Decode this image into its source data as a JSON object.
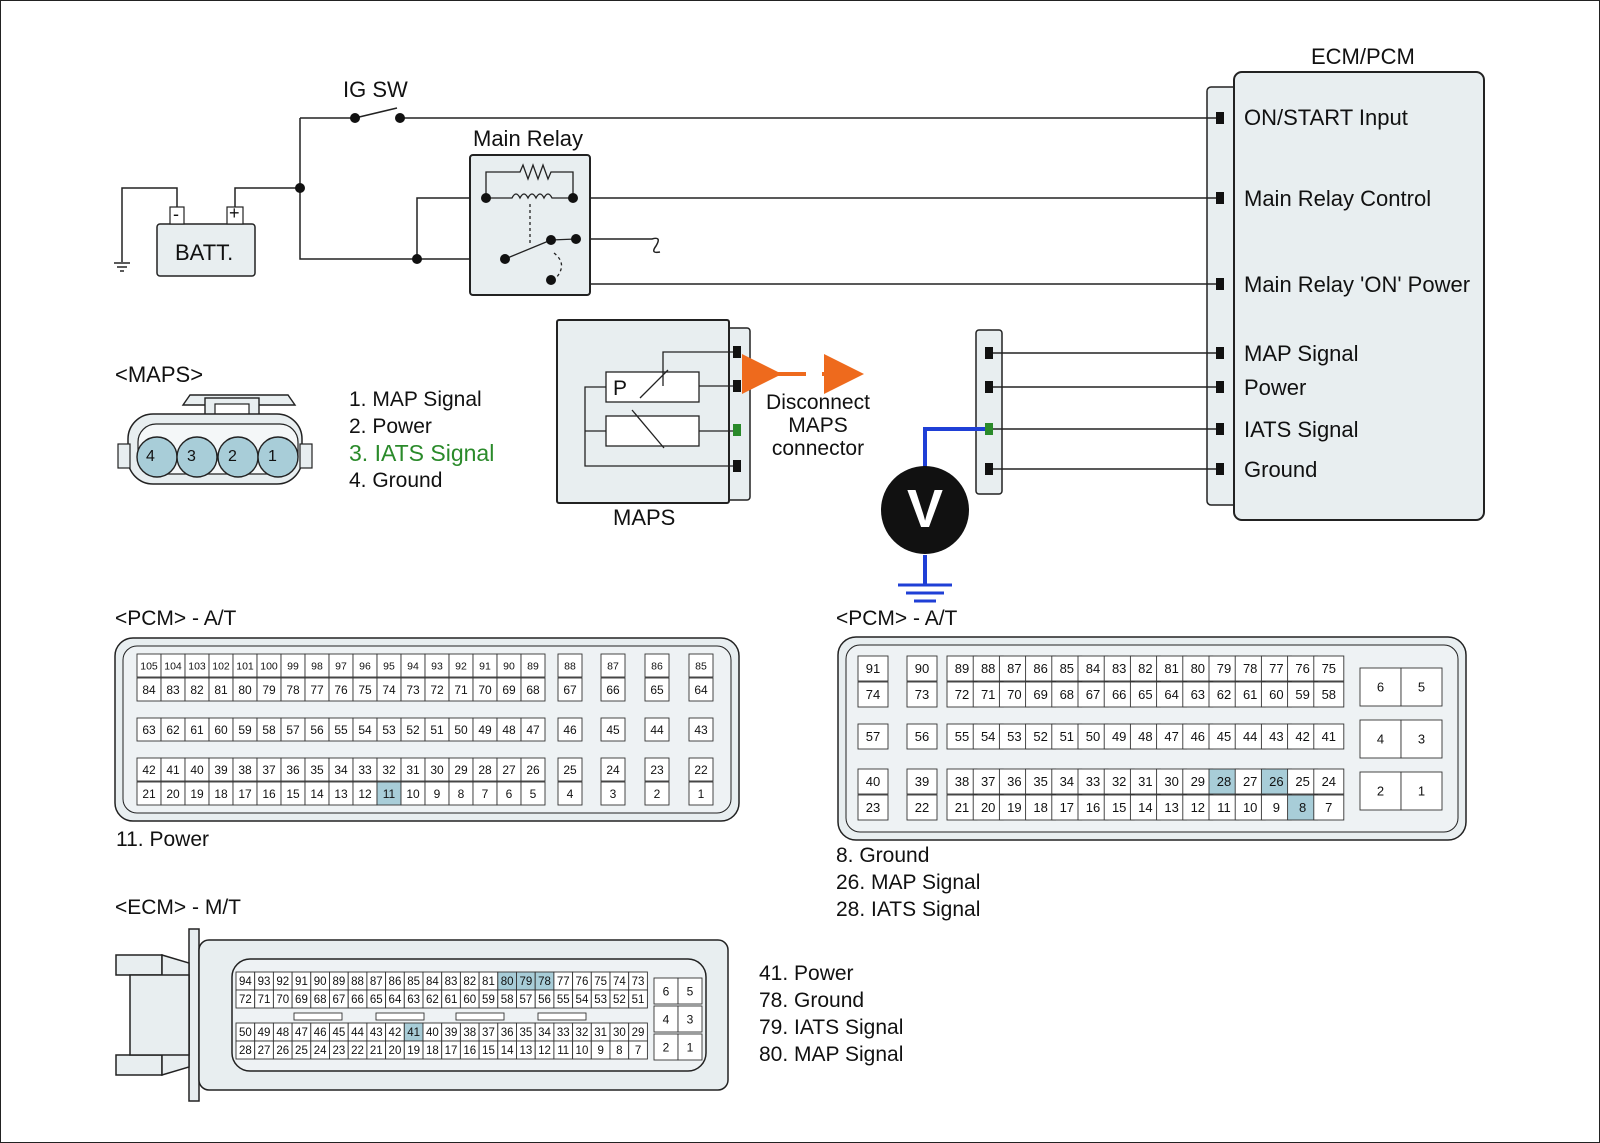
{
  "labels": {
    "ig_sw": "IG SW",
    "main_relay": "Main Relay",
    "batt": "BATT.",
    "batt_minus": "-",
    "batt_plus": "+",
    "ecm_pcm": "ECM/PCM",
    "maps_block": "MAPS",
    "maps_p": "P",
    "disconnect_1": "Disconnect",
    "disconnect_2": "MAPS",
    "disconnect_3": "connector",
    "voltmeter": "V"
  },
  "ecm_inputs": [
    "ON/START Input",
    "Main Relay Control",
    "Main Relay 'ON' Power",
    "MAP Signal",
    "Power",
    "IATS Signal",
    "Ground"
  ],
  "maps_connector": {
    "title": "<MAPS>",
    "pins": [
      "4",
      "3",
      "2",
      "1"
    ],
    "list": [
      "1. MAP Signal",
      "2. Power",
      "3. IATS Signal",
      "4. Ground"
    ]
  },
  "pcm_at_left": {
    "title": "<PCM> - A/T",
    "rows": [
      [
        "105",
        "104",
        "103",
        "102",
        "101",
        "100",
        "99",
        "98",
        "97",
        "96",
        "95",
        "94",
        "93",
        "92",
        "91",
        "90",
        "89",
        "88",
        "87",
        "86",
        "85"
      ],
      [
        "84",
        "83",
        "82",
        "81",
        "80",
        "79",
        "78",
        "77",
        "76",
        "75",
        "74",
        "73",
        "72",
        "71",
        "70",
        "69",
        "68",
        "67",
        "66",
        "65",
        "64"
      ],
      [
        "63",
        "62",
        "61",
        "60",
        "59",
        "58",
        "57",
        "56",
        "55",
        "54",
        "53",
        "52",
        "51",
        "50",
        "49",
        "48",
        "47",
        "46",
        "45",
        "44",
        "43"
      ],
      [
        "42",
        "41",
        "40",
        "39",
        "38",
        "37",
        "36",
        "35",
        "34",
        "33",
        "32",
        "31",
        "30",
        "29",
        "28",
        "27",
        "26",
        "25",
        "24",
        "23",
        "22"
      ],
      [
        "21",
        "20",
        "19",
        "18",
        "17",
        "16",
        "15",
        "14",
        "13",
        "12",
        "11",
        "10",
        "9",
        "8",
        "7",
        "6",
        "5",
        "4",
        "3",
        "2",
        "1"
      ]
    ],
    "highlight": [
      "11"
    ],
    "notes": [
      "11. Power"
    ]
  },
  "pcm_at_right": {
    "title": "<PCM> - A/T",
    "rows": [
      [
        "91",
        "90",
        "89",
        "88",
        "87",
        "86",
        "85",
        "84",
        "83",
        "82",
        "81",
        "80",
        "79",
        "78",
        "77",
        "76",
        "75"
      ],
      [
        "74",
        "73",
        "72",
        "71",
        "70",
        "69",
        "68",
        "67",
        "66",
        "65",
        "64",
        "63",
        "62",
        "61",
        "60",
        "59",
        "58"
      ],
      [
        "57",
        "56",
        "55",
        "54",
        "53",
        "52",
        "51",
        "50",
        "49",
        "48",
        "47",
        "46",
        "45",
        "44",
        "43",
        "42",
        "41"
      ],
      [
        "40",
        "39",
        "38",
        "37",
        "36",
        "35",
        "34",
        "33",
        "32",
        "31",
        "30",
        "29",
        "28",
        "27",
        "26",
        "25",
        "24"
      ],
      [
        "23",
        "22",
        "21",
        "20",
        "19",
        "18",
        "17",
        "16",
        "15",
        "14",
        "13",
        "12",
        "11",
        "10",
        "9",
        "8",
        "7"
      ]
    ],
    "side": [
      "6",
      "5",
      "4",
      "3",
      "2",
      "1"
    ],
    "highlight": [
      "28",
      "26",
      "8"
    ],
    "notes": [
      "8. Ground",
      "26. MAP Signal",
      "28. IATS Signal"
    ]
  },
  "ecm_mt": {
    "title": "<ECM> - M/T",
    "rows": [
      [
        "94",
        "93",
        "92",
        "91",
        "90",
        "89",
        "88",
        "87",
        "86",
        "85",
        "84",
        "83",
        "82",
        "81",
        "80",
        "79",
        "78",
        "77",
        "76",
        "75",
        "74",
        "73"
      ],
      [
        "72",
        "71",
        "70",
        "69",
        "68",
        "67",
        "66",
        "65",
        "64",
        "63",
        "62",
        "61",
        "60",
        "59",
        "58",
        "57",
        "56",
        "55",
        "54",
        "53",
        "52",
        "51"
      ],
      [
        "50",
        "49",
        "48",
        "47",
        "46",
        "45",
        "44",
        "43",
        "42",
        "41",
        "40",
        "39",
        "38",
        "37",
        "36",
        "35",
        "34",
        "33",
        "32",
        "31",
        "30",
        "29"
      ],
      [
        "28",
        "27",
        "26",
        "25",
        "24",
        "23",
        "22",
        "21",
        "20",
        "19",
        "18",
        "17",
        "16",
        "15",
        "14",
        "13",
        "12",
        "11",
        "10",
        "9",
        "8",
        "7"
      ]
    ],
    "side": [
      "6",
      "5",
      "4",
      "3",
      "2",
      "1"
    ],
    "highlight": [
      "80",
      "79",
      "78",
      "41"
    ],
    "notes": [
      "41. Power",
      "78. Ground",
      "79. IATS Signal",
      "80. MAP Signal"
    ]
  },
  "colors": {
    "wire": "#222222",
    "highlight_pin": "#a8cdd8",
    "iats_signal": "#2a8a2a",
    "probe_wire": "#1f3fd6",
    "arrow": "#ee6a1d",
    "panel_fill": "#e8eef0"
  }
}
